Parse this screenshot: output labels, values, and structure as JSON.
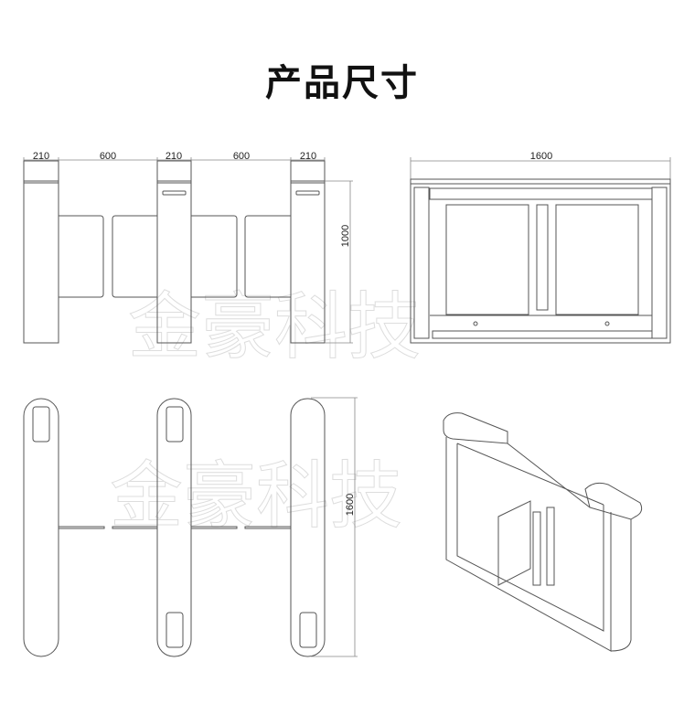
{
  "title": "产品尺寸",
  "watermark": "金豪科技",
  "front_view": {
    "dims": [
      "210",
      "600",
      "210",
      "600",
      "210"
    ],
    "height_dim": "1000"
  },
  "side_view": {
    "width_dim": "1600"
  },
  "top_view": {
    "length_dim": "1600"
  }
}
